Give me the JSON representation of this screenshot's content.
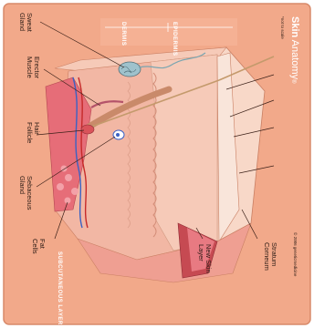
{
  "title": {
    "bold": "Skin",
    "rest": " Anatomy",
    "mark": "®",
    "note": "*not to scale"
  },
  "section_labels": {
    "dermis": "DERMIS",
    "epidermis": "EPIDERMIS",
    "subcutaneous": "SUBCUTANEOUS LAYER"
  },
  "labels": {
    "sweat_gland": [
      "Sweat",
      "Gland"
    ],
    "erector_muscle": [
      "Erector",
      "Muscle"
    ],
    "hair_follicle": [
      "Hair",
      "Follicle"
    ],
    "sebaceous_gland": [
      "Sebaceous",
      "Gland"
    ],
    "fat_cells": [
      "Fat",
      "Cells"
    ],
    "new_skin_layer": [
      "New Skin",
      "Layer"
    ],
    "stratum_corneum": [
      "Stratum",
      "Corneum"
    ]
  },
  "copyright": "© 2006 geneticmedicine",
  "colors": {
    "frame": "#f2a98a",
    "skin_light": "#f8d8c8",
    "dermis": "#f2b7a4",
    "epidermis": "#f6cab8",
    "fat": "#e66d78",
    "outline": "#7a3a22"
  }
}
